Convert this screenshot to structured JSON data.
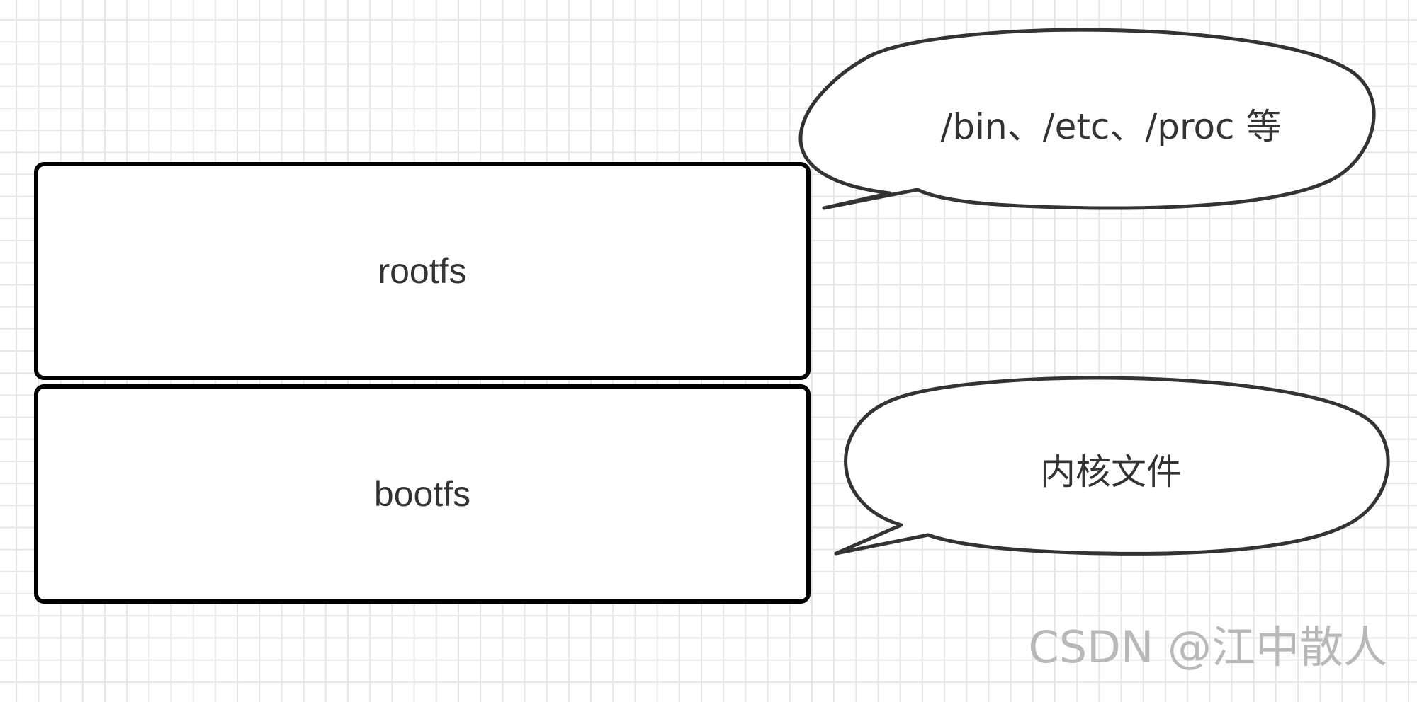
{
  "diagram": {
    "layers": [
      {
        "id": "rootfs",
        "label": "rootfs"
      },
      {
        "id": "bootfs",
        "label": "bootfs"
      }
    ],
    "callouts": [
      {
        "target": "rootfs",
        "text": "/bin、/etc、/proc 等"
      },
      {
        "target": "bootfs",
        "text": "内核文件"
      }
    ],
    "watermark": "CSDN @江中散人"
  },
  "colors": {
    "grid": "#e6e6e6",
    "box_border": "#000000",
    "bubble_stroke": "#333333",
    "text": "#333333",
    "watermark": "#b8b8b8"
  }
}
